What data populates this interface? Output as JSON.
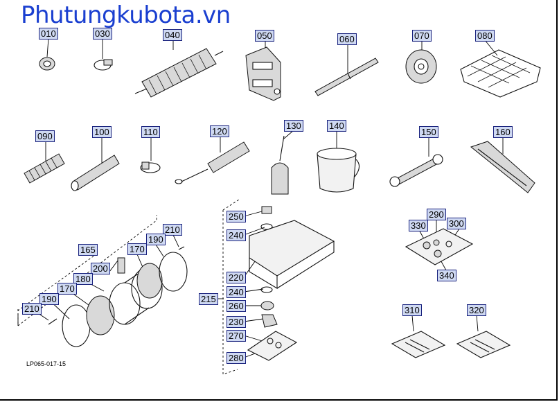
{
  "watermark": "Phutungkubota.vn",
  "figure_ref": "LP065-017-15",
  "callouts": {
    "c010": "010",
    "c030": "030",
    "c040": "040",
    "c050": "050",
    "c060": "060",
    "c070": "070",
    "c080": "080",
    "c090": "090",
    "c100": "100",
    "c110": "110",
    "c120": "120",
    "c130": "130",
    "c140": "140",
    "c150": "150",
    "c160": "160",
    "c165": "165",
    "c170a": "170",
    "c170b": "170",
    "c180": "180",
    "c190a": "190",
    "c190b": "190",
    "c200": "200",
    "c210a": "210",
    "c210b": "210",
    "c215": "215",
    "c220": "220",
    "c230": "230",
    "c240a": "240",
    "c240b": "240",
    "c250": "250",
    "c260": "260",
    "c270": "270",
    "c280": "280",
    "c290": "290",
    "c300": "300",
    "c310": "310",
    "c320": "320",
    "c330": "330",
    "c340": "340"
  }
}
